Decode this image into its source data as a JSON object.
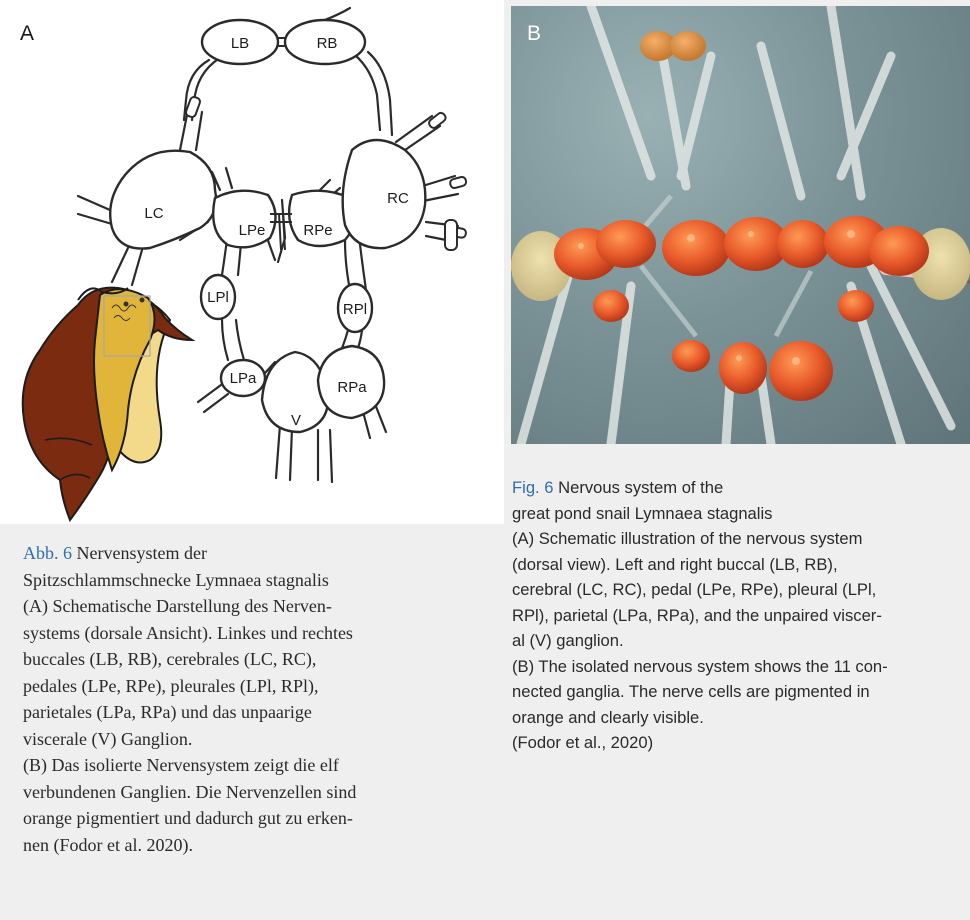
{
  "panel_a": {
    "label": "A",
    "ganglia": {
      "LB": "LB",
      "RB": "RB",
      "LC": "LC",
      "RC": "RC",
      "LPe": "LPe",
      "RPe": "RPe",
      "LPl": "LPl",
      "RPl": "RPl",
      "LPa": "LPa",
      "RPa": "RPa",
      "V": "V"
    }
  },
  "panel_b": {
    "label": "B"
  },
  "caption_de": {
    "fig_no": "Abb. 6",
    "title_1": "Nervensystem der",
    "title_2": "Spitzschlammschnecke Lymnaea stagnalis",
    "lines": [
      "(A) Schematische Darstellung des Nerven-",
      "systems (dorsale Ansicht). Linkes und rechtes",
      "buccales (LB, RB), cerebrales (LC, RC),",
      "pedales (LPe, RPe), pleurales (LPl, RPl),",
      "parietales (LPa, RPa) und das unpaarige",
      "viscerale (V) Ganglion.",
      "(B) Das isolierte Nervensystem zeigt die elf",
      "verbundenen Ganglien. Die Nervenzellen sind",
      "orange pigmentiert und dadurch gut zu erken-",
      "nen (Fodor et al. 2020)."
    ]
  },
  "caption_en": {
    "fig_no": "Fig. 6",
    "title_1": "Nervous system of the",
    "title_2": "great pond snail Lymnaea stagnalis",
    "lines": [
      "(A) Schematic illustration of the nervous system",
      "(dorsal view). Left and right buccal (LB, RB),",
      "cerebral (LC, RC), pedal (LPe, RPe), pleural (LPl,",
      "RPl), parietal (LPa, RPa), and the unpaired viscer-",
      "al (V) ganglion.",
      "(B) The isolated nervous system shows the 11 con-",
      "nected ganglia. The nerve cells are pigmented in",
      "orange and clearly visible.",
      "(Fodor et al., 2020)"
    ]
  }
}
